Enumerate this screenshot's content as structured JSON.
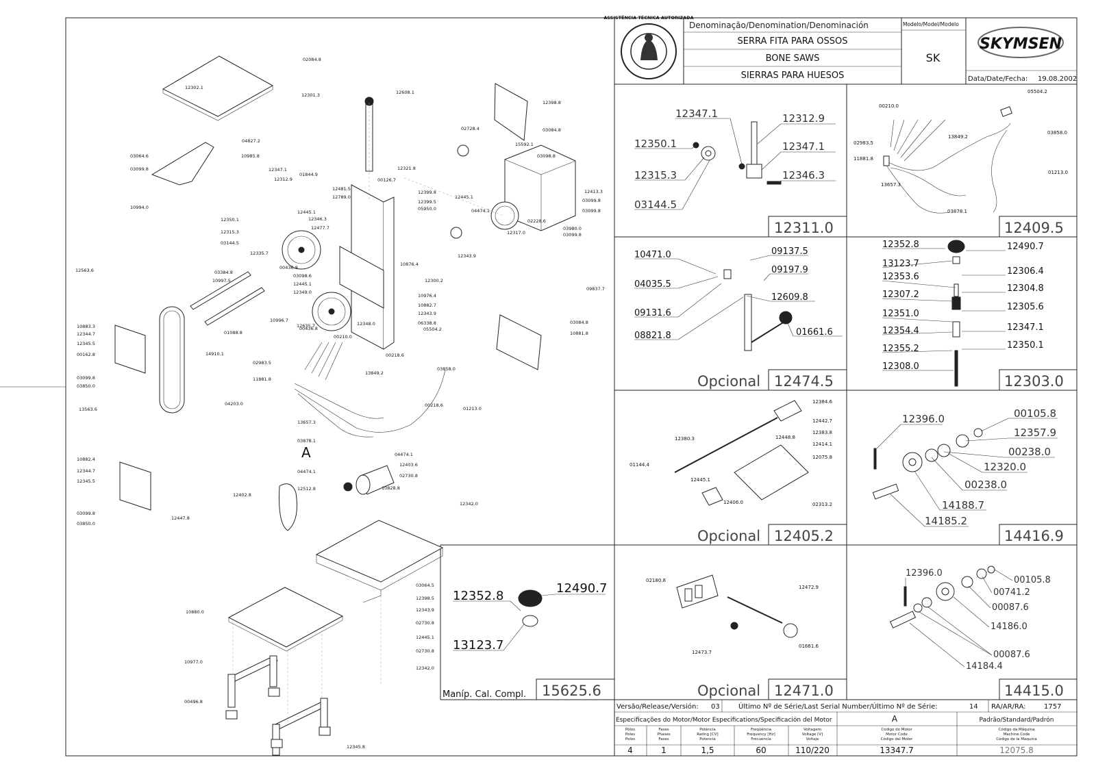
{
  "title_block": {
    "denomination_header": "Denominação/Denomination/Denominación",
    "name_pt": "SERRA FITA PARA OSSOS",
    "name_en": "BONE SAWS",
    "name_es": "SIERRAS PARA HUESOS",
    "model_header": "Modelo/Model/Modelo",
    "model_value": "SK",
    "brand": "SKYMSEN",
    "date_label": "Data/Date/Fecha:",
    "date_value": "19.08.2002",
    "seal_text": "ASSISTÊNCIA TÉCNICA AUTORIZADA"
  },
  "callouts": [
    {
      "num": "12311.0",
      "labels": [
        "12347.1",
        "12312.9",
        "12350.1",
        "12347.1",
        "12315.3",
        "12346.3",
        "03144.5"
      ]
    },
    {
      "num": "12409.5",
      "labels": [
        "00210.0",
        "05504.2",
        "02983.5",
        "13849.2",
        "03858.0",
        "11881.8",
        "01213.0",
        "13657.3",
        "03878.1"
      ]
    },
    {
      "num": "12474.5",
      "optional": "Opcional",
      "labels": [
        "10471.0",
        "09137.5",
        "04035.5",
        "09197.9",
        "09131.6",
        "12609.8",
        "08821.8",
        "01661.6"
      ]
    },
    {
      "num": "12303.0",
      "labels": [
        "12352.8",
        "12490.7",
        "13123.7",
        "12306.4",
        "12353.6",
        "12304.8",
        "12307.2",
        "12305.6",
        "12351.0",
        "12347.1",
        "12354.4",
        "12350.1",
        "12355.2",
        "12308.0"
      ]
    },
    {
      "num": "12405.2",
      "optional": "Opcional",
      "labels": [
        "12384.6",
        "12442.7",
        "12383.8",
        "12380.3",
        "12448.8",
        "12414.1",
        "12075.8",
        "01144.4",
        "12445.1",
        "12406.0",
        "02313.2"
      ]
    },
    {
      "num": "14416.9",
      "labels": [
        "12396.0",
        "00105.8",
        "12357.9",
        "00238.0",
        "12320.0",
        "00238.0",
        "14188.7",
        "14185.2"
      ]
    },
    {
      "num": "15625.6",
      "caption": "Maníp. Cal. Compl.",
      "labels": [
        "12352.8",
        "12490.7",
        "13123.7"
      ]
    },
    {
      "num": "12471.0",
      "optional": "Opcional",
      "labels": [
        "02180.8",
        "12472.9",
        "12473.7",
        "01661.6"
      ]
    },
    {
      "num": "14415.0",
      "labels": [
        "12396.0",
        "00105.8",
        "00741.2",
        "00087.6",
        "14186.0",
        "00087.6",
        "14184.4"
      ]
    }
  ],
  "footer": {
    "version_label": "Versão/Release/Versión:",
    "version_value": "03",
    "serial_label": "Último Nº de Série/Last Serial Number/Último Nº de Série:",
    "serial_value": "14",
    "ra_label": "RA/AR/RA:",
    "ra_value": "1757",
    "motor_spec_label": "Especificações do Motor/Motor Especifications/Specificación del Motor",
    "motor_code_letter": "A",
    "standard_label": "Padrão/Standard/Padrón",
    "columns": [
      {
        "header": [
          "Pólos",
          "Poles",
          "Polos"
        ],
        "value": "4"
      },
      {
        "header": [
          "Fases",
          "Phases",
          "Fases"
        ],
        "value": "1"
      },
      {
        "header": [
          "Potência",
          "Rating [CV]",
          "Potencia"
        ],
        "value": "1,5"
      },
      {
        "header": [
          "Freqüência",
          "Frequency [Hz]",
          "Frecuencia"
        ],
        "value": "60"
      },
      {
        "header": [
          "Voltagem",
          "Voltage [V]",
          "Voltaje"
        ],
        "value": "110/220"
      },
      {
        "header": [
          "Código do Motor",
          "Motor Code",
          "Código del Motor"
        ],
        "value": "13347.7"
      },
      {
        "header": [
          "Código da Máquina",
          "Machine Code",
          "Código de la Maquina"
        ],
        "value": "12075.8"
      }
    ]
  },
  "main_view": {
    "motor_marker": "A",
    "labels": [
      "02084.8",
      "12302.1",
      "12301.3",
      "12608.1",
      "12398.8",
      "02728.4",
      "03084.8",
      "15592.1",
      "03098.8",
      "12413.3",
      "03099.8",
      "03099.8",
      "03980.0",
      "03099.8",
      "03064.6",
      "03099.8",
      "10994.0",
      "04827.2",
      "10985.8",
      "12347.1",
      "12312.9",
      "01844.9",
      "12481.5",
      "12789.0",
      "12445.1",
      "12346.3",
      "12477.7",
      "12350.1",
      "12315.3",
      "03144.5",
      "00126.7",
      "12321.8",
      "12399.8",
      "12399.5",
      "05950.0",
      "12445.1",
      "04474.1",
      "02228.6",
      "12317.0",
      "12343.9",
      "12335.7",
      "00436.8",
      "03098.6",
      "12445.1",
      "12349.0",
      "10876.4",
      "12300.2",
      "10976.4",
      "10882.7",
      "12343.9",
      "06338.8",
      "12348.0",
      "00218.6",
      "05504.2",
      "12635.7",
      "00436.8",
      "03384.8",
      "10997.5",
      "10996.7",
      "01088.8",
      "09837.7",
      "03084.8",
      "10881.8",
      "12563.6",
      "10883.3",
      "12344.7",
      "12345.5",
      "00162.8",
      "03099.8",
      "03850.0",
      "14910.1",
      "00210.0",
      "13849.2",
      "03858.0",
      "02983.5",
      "11881.8",
      "04203.0",
      "00218.6",
      "01213.0",
      "13563.6",
      "10882.4",
      "12344.7",
      "12345.5",
      "03099.8",
      "03850.0",
      "12447.8",
      "13657.3",
      "03878.1",
      "04474.1",
      "12403.6",
      "02730.8",
      "04474.1",
      "12512.8",
      "10828.8",
      "12402.8",
      "12342.0",
      "03064.5",
      "12398.5",
      "12343.9",
      "02730.8",
      "12445.1",
      "02730.8",
      "12342.0",
      "10880.0",
      "10977.0",
      "00496.8",
      "12345.8"
    ]
  }
}
